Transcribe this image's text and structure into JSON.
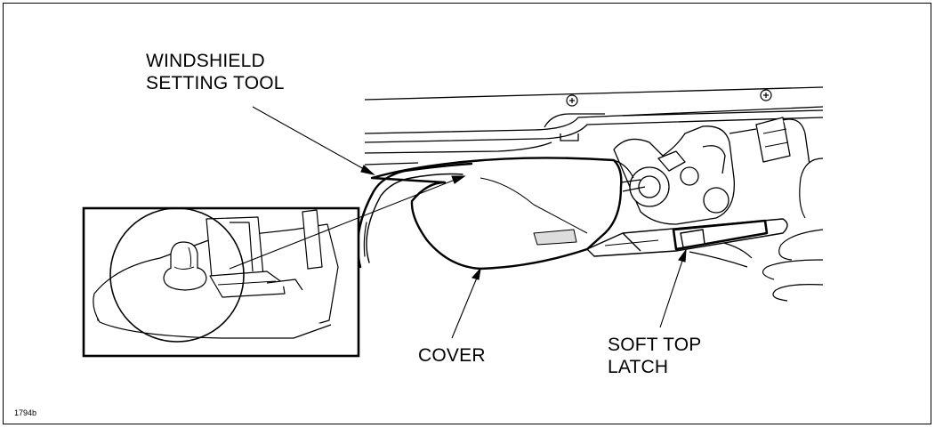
{
  "labels": {
    "windshield_setting_tool": "WINDSHIELD\nSETTING TOOL",
    "cover": "COVER",
    "soft_top_latch": "SOFT TOP\nLATCH"
  },
  "figure_id": "1794b",
  "colors": {
    "line": "#000000",
    "background": "#ffffff",
    "shade": "#dddddd"
  }
}
